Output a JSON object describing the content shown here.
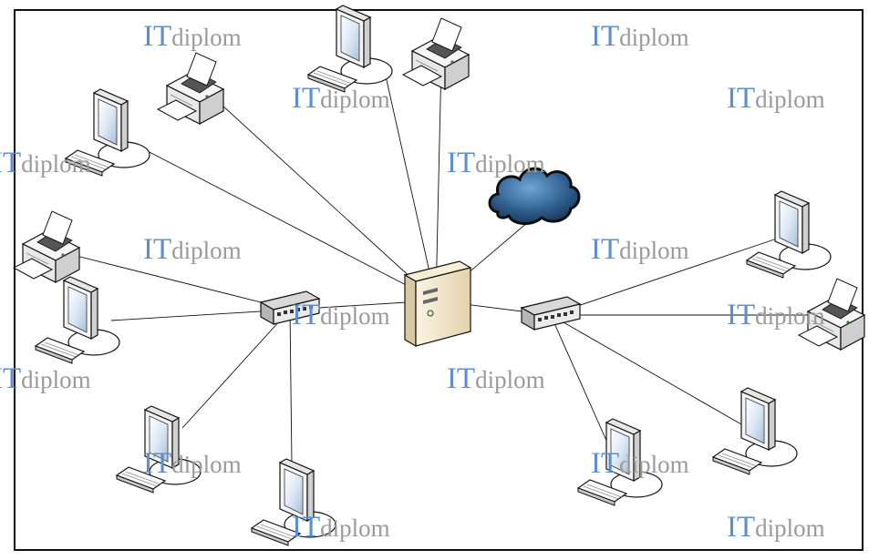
{
  "diagram": {
    "nodes": [
      {
        "name": "server",
        "kind": "server"
      },
      {
        "name": "internet-cloud",
        "kind": "cloud"
      },
      {
        "name": "switch-left",
        "kind": "switch"
      },
      {
        "name": "switch-right",
        "kind": "switch"
      },
      {
        "name": "workstation-top-left",
        "kind": "workstation"
      },
      {
        "name": "printer-top-left",
        "kind": "printer"
      },
      {
        "name": "workstation-top-center",
        "kind": "workstation"
      },
      {
        "name": "printer-top-center",
        "kind": "printer"
      },
      {
        "name": "printer-left",
        "kind": "printer"
      },
      {
        "name": "workstation-left",
        "kind": "workstation"
      },
      {
        "name": "workstation-bottom-left",
        "kind": "workstation"
      },
      {
        "name": "workstation-bottom-center",
        "kind": "workstation"
      },
      {
        "name": "workstation-right-top",
        "kind": "workstation"
      },
      {
        "name": "printer-right",
        "kind": "printer"
      },
      {
        "name": "workstation-right-bottom",
        "kind": "workstation"
      },
      {
        "name": "workstation-bottom-right",
        "kind": "workstation"
      }
    ],
    "links": [
      [
        "server",
        "workstation-top-left"
      ],
      [
        "server",
        "printer-top-left"
      ],
      [
        "server",
        "workstation-top-center"
      ],
      [
        "server",
        "printer-top-center"
      ],
      [
        "server",
        "internet-cloud"
      ],
      [
        "server",
        "switch-left"
      ],
      [
        "server",
        "switch-right"
      ],
      [
        "switch-left",
        "printer-left"
      ],
      [
        "switch-left",
        "workstation-left"
      ],
      [
        "switch-left",
        "workstation-bottom-left"
      ],
      [
        "switch-left",
        "workstation-bottom-center"
      ],
      [
        "switch-right",
        "workstation-right-top"
      ],
      [
        "switch-right",
        "printer-right"
      ],
      [
        "switch-right",
        "workstation-right-bottom"
      ],
      [
        "switch-right",
        "workstation-bottom-right"
      ]
    ]
  },
  "watermark": {
    "brand": "IT",
    "suffix": "diplom"
  },
  "colors": {
    "watermark_brand": "#5b8fd0",
    "watermark_suffix": "#9a9a9a",
    "cloud": "#2f5f8f",
    "border": "#111111"
  }
}
